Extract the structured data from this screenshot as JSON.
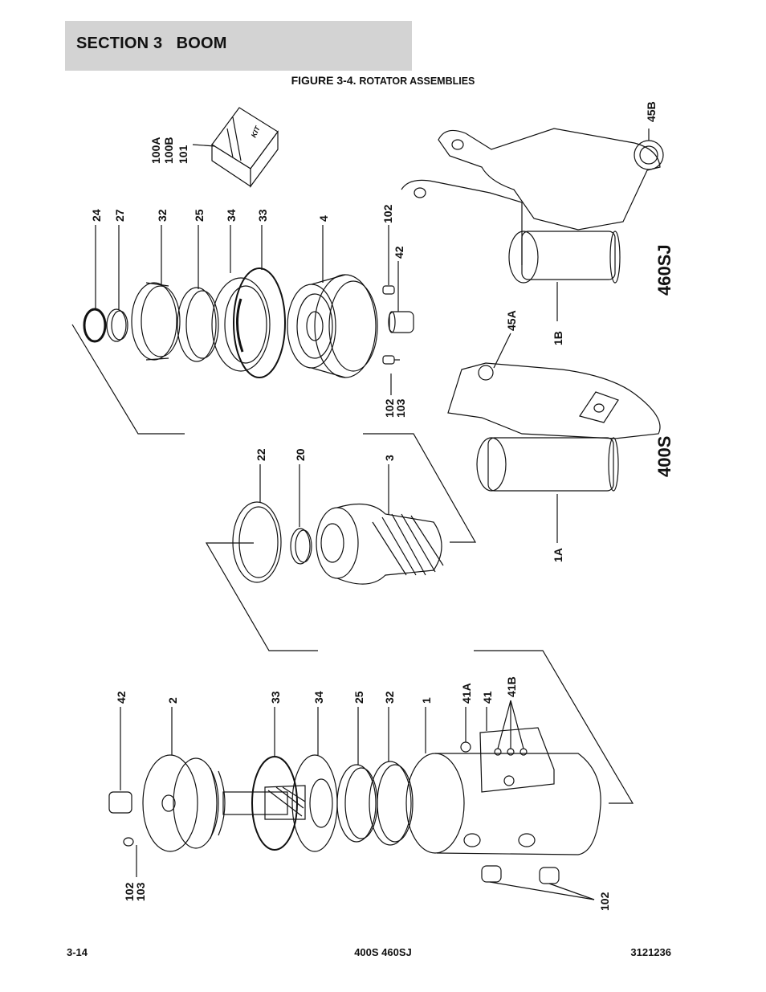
{
  "header": {
    "section": "SECTION 3   BOOM"
  },
  "figure": {
    "title_num": "FIGURE 3-4.",
    "title_rest": "ROTATOR ASSEMBLIES"
  },
  "callouts": {
    "c100a": "100A",
    "c100b": "100B",
    "c101": "101",
    "kit": "KIT",
    "c24": "24",
    "c27": "27",
    "c32": "32",
    "c25": "25",
    "c34": "34",
    "c33": "33",
    "c4": "4",
    "c102_top": "102",
    "c42_top": "42",
    "c102_mid": "102",
    "c103_mid": "103",
    "c45b": "45B",
    "c460sj": "460SJ",
    "c1b": "1B",
    "c45a": "45A",
    "c400s": "400S",
    "c1a": "1A",
    "c22": "22",
    "c20": "20",
    "c3": "3",
    "c42_bot": "42",
    "c2": "2",
    "c33_bot": "33",
    "c34_bot": "34",
    "c25_bot": "25",
    "c32_bot": "32",
    "c1": "1",
    "c41a": "41A",
    "c41": "41",
    "c41b": "41B",
    "c102_bot": "102",
    "c103_bot": "103",
    "c102_right": "102"
  },
  "footer": {
    "page": "3-14",
    "models": "400S 460SJ",
    "doc_number": "3121236"
  }
}
